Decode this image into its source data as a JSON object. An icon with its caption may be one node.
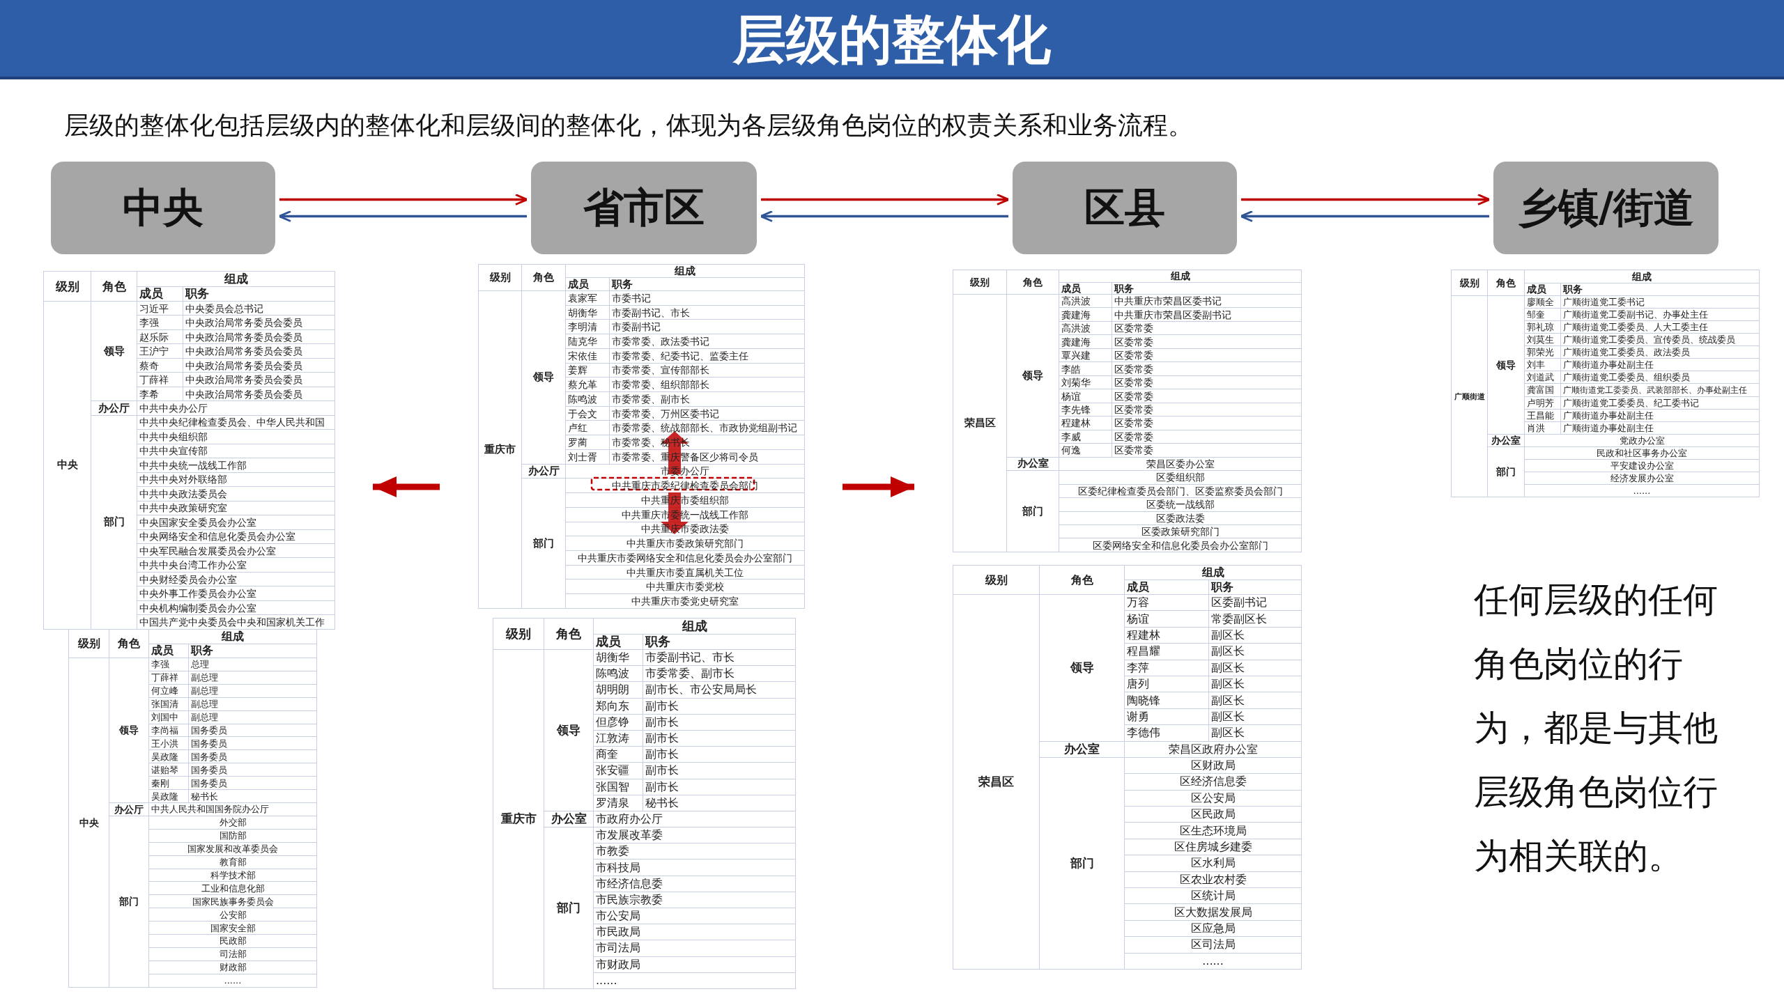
{
  "diagram": {
    "title": "层级的整体化",
    "nodes": [
      {
        "text": [
          "中央"
        ]
      },
      {
        "text": [
          "省市区"
        ]
      },
      {
        "text": [
          "区县"
        ]
      },
      {
        "text": [
          "乡镇/街道"
        ]
      },
      {
        "text": [
          "级别",
          "角色",
          "组成",
          "成员",
          "职务",
          "中央",
          "领导",
          "习近平",
          "中央委员会总书记",
          "李强",
          "中央政治局常务委员会委员",
          "赵乐际",
          "中央政治局常务委员会委员",
          "王沪宁",
          "中央政治局常务委员会委员",
          "蔡奇",
          "中央政治局常务委员会委员",
          "丁薛祥",
          "中央政治局常务委员会委员",
          "李希",
          "中央政治局常务委员会委员",
          "办公厅",
          "中共中央办公厅",
          "部门",
          "中共中央纪律检查委员会、中华人民共和国",
          "中共中央组织部",
          "中共中央宣传部",
          "中共中央统一战线工作部",
          "中共中央对外联络部",
          "中共中央政法委员会",
          "中共中央政策研究室",
          "中央国家安全委员会办公室",
          "中央网络安全和信息化委员会办公室",
          "中央军民融合发展委员会办公室",
          "中共中央台湾工作办公室",
          "中央财经委员会办公室",
          "中央外事工作委员会办公室",
          "中央机构编制委员会办公室",
          "中国共产党中央委员会中央和国家机关工作"
        ]
      },
      {
        "text": [
          "级别",
          "角色",
          "组成",
          "成员",
          "职务",
          "中央",
          "领导",
          "李强",
          "总理",
          "丁薛祥",
          "副总理",
          "何立峰",
          "副总理",
          "张国清",
          "副总理",
          "刘国中",
          "副总理",
          "李尚福",
          "国务委员",
          "王小洪",
          "国务委员",
          "吴政隆",
          "国务委员",
          "谌贻琴",
          "国务委员",
          "秦刚",
          "国务委员",
          "吴政隆",
          "秘书长",
          "办公厅",
          "中共人民共和国国务院办公厅",
          "部门",
          "外交部",
          "国防部",
          "国家发展和改革委员会",
          "教育部",
          "科学技术部",
          "工业和信息化部",
          "国家民族事务委员会",
          "公安部",
          "国家安全部",
          "民政部",
          "司法部",
          "财政部",
          "......"
        ]
      },
      {
        "text": [
          "级别",
          "角色",
          "组成",
          "成员",
          "职务",
          "重庆市",
          "领导",
          "袁家军",
          "市委书记",
          "胡衡华",
          "市委副书记、市长",
          "李明清",
          "市委副书记",
          "陆克华",
          "市委常委、政法委书记",
          "宋依佳",
          "市委常委、纪委书记、监委主任",
          "姜辉",
          "市委常委、宣传部部长",
          "蔡允革",
          "市委常委、组织部部长",
          "陈鸣波",
          "市委常委、副市长",
          "于会文",
          "市委常委、万州区委书记",
          "卢红",
          "市委常委、统战部部长、市政协党组副书记",
          "罗蔺",
          "市委常委、秘书长",
          "刘士胥",
          "市委常委、重庆警备区少将司令员",
          "办公厅",
          "市委办公厅",
          "部门",
          "中共重庆市委纪律检查委员会部门",
          "中共重庆市委组织部",
          "中共重庆市委统一战线工作部",
          "中共重庆市委政法委",
          "中共重庆市委政策研究部门",
          "中共重庆市委网络安全和信息化委员会办公室部门",
          "中共重庆市委直属机关工位",
          "中共重庆市委党校",
          "中共重庆市委党史研究室"
        ]
      },
      {
        "text": [
          "级别",
          "角色",
          "组成",
          "成员",
          "职务",
          "重庆市",
          "领导",
          "胡衡华",
          "市委副书记、市长",
          "陈鸣波",
          "市委常委、副市长",
          "胡明朗",
          "副市长、市公安局局长",
          "郑向东",
          "副市长",
          "但彦铮",
          "副市长",
          "江敦涛",
          "副市长",
          "商奎",
          "副市长",
          "张安疆",
          "副市长",
          "张国智",
          "副市长",
          "罗清泉",
          "秘书长",
          "办公室",
          "市政府办公厅",
          "部门",
          "市发展改革委",
          "市教委",
          "市科技局",
          "市经济信息委",
          "市民族宗教委",
          "市公安局",
          "市民政局",
          "市司法局",
          "市财政局",
          "......"
        ]
      },
      {
        "text": [
          "级别",
          "角色",
          "组成",
          "成员",
          "职务",
          "荣昌区",
          "领导",
          "高洪波",
          "中共重庆市荣昌区委书记",
          "龚建海",
          "中共重庆市荣昌区委副书记",
          "高洪波",
          "区委常委",
          "龚建海",
          "区委常委",
          "覃兴建",
          "区委常委",
          "李皓",
          "区委常委",
          "刘菊华",
          "区委常委",
          "杨谊",
          "区委常委",
          "李先锋",
          "区委常委",
          "程建林",
          "区委常委",
          "李威",
          "区委常委",
          "何逸",
          "区委常委",
          "办公室",
          "荣昌区委办公室",
          "部门",
          "区委组织部",
          "区委纪律检查委员会部门、区委监察委员会部门",
          "区委统一战线部",
          "区委政法委",
          "区委政策研究部门",
          "区委网络安全和信息化委员会办公室部门"
        ]
      },
      {
        "text": [
          "级别",
          "角色",
          "组成",
          "成员",
          "职务",
          "荣昌区",
          "领导",
          "万容",
          "区委副书记",
          "杨谊",
          "常委副区长",
          "程建林",
          "副区长",
          "程昌耀",
          "副区长",
          "李萍",
          "副区长",
          "唐列",
          "副区长",
          "陶晓锋",
          "副区长",
          "谢勇",
          "副区长",
          "李德伟",
          "副区长",
          "办公室",
          "荣昌区政府办公室",
          "部门",
          "区财政局",
          "区经济信息委",
          "区公安局",
          "区民政局",
          "区生态环境局",
          "区住房城乡建委",
          "区水利局",
          "区农业农村委",
          "区统计局",
          "区大数据发展局",
          "区应急局",
          "区司法局",
          "......"
        ]
      },
      {
        "text": [
          "级别",
          "角色",
          "组成",
          "成员",
          "职务",
          "广顺街道",
          "领导",
          "廖顺全",
          "广顺街道党工委书记",
          "邹奎",
          "广顺街道党工委副书记、办事处主任",
          "郭礼琼",
          "广顺街道党工委委员、人大工委主任",
          "刘莫生",
          "广顺街道党工委委员、宣传委员、统战委员",
          "郭荣光",
          "广顺街道党工委委员、政法委员",
          "刘丰",
          "广顺街道办事处副主任",
          "刘道武",
          "广顺街道党工委委员、组织委员",
          "龚富国",
          "广顺街道党工委委员、武装部部长、办事处副主任",
          "卢明芳",
          "广顺街道党工委委员、纪工委书记",
          "王昌能",
          "广顺街道办事处副主任",
          "肖洪",
          "广顺街道办事处副主任",
          "办公室",
          "党政办公室",
          "部门",
          "民政和社区事务办公室",
          "平安建设办公室",
          "经济发展办公室",
          "......"
        ]
      }
    ],
    "edges": [
      {
        "from": 0,
        "to": 1,
        "arrow": "to"
      },
      {
        "from": 1,
        "to": 0,
        "arrow": "to",
        "color": "#2f5597"
      },
      {
        "from": 1,
        "to": 2,
        "arrow": "to"
      },
      {
        "from": 2,
        "to": 1,
        "arrow": "to",
        "color": "#2f5597"
      },
      {
        "from": 2,
        "to": 3,
        "arrow": "to"
      },
      {
        "from": 3,
        "to": 2,
        "arrow": "to",
        "color": "#2f5597"
      },
      {
        "from": 6,
        "to": 4,
        "arrow": "to",
        "style": "thick"
      },
      {
        "from": 6,
        "to": 8,
        "arrow": "to",
        "style": "thick"
      }
    ],
    "labels": [
      "层级的整体化包括层级内的整体化和层级间的整体化，体现为各层级角色岗位的权责关系和业务流程。",
      "任何层级的任何角色岗位的行为，都是与其他层级角色岗位行为相关联的。"
    ]
  }
}
